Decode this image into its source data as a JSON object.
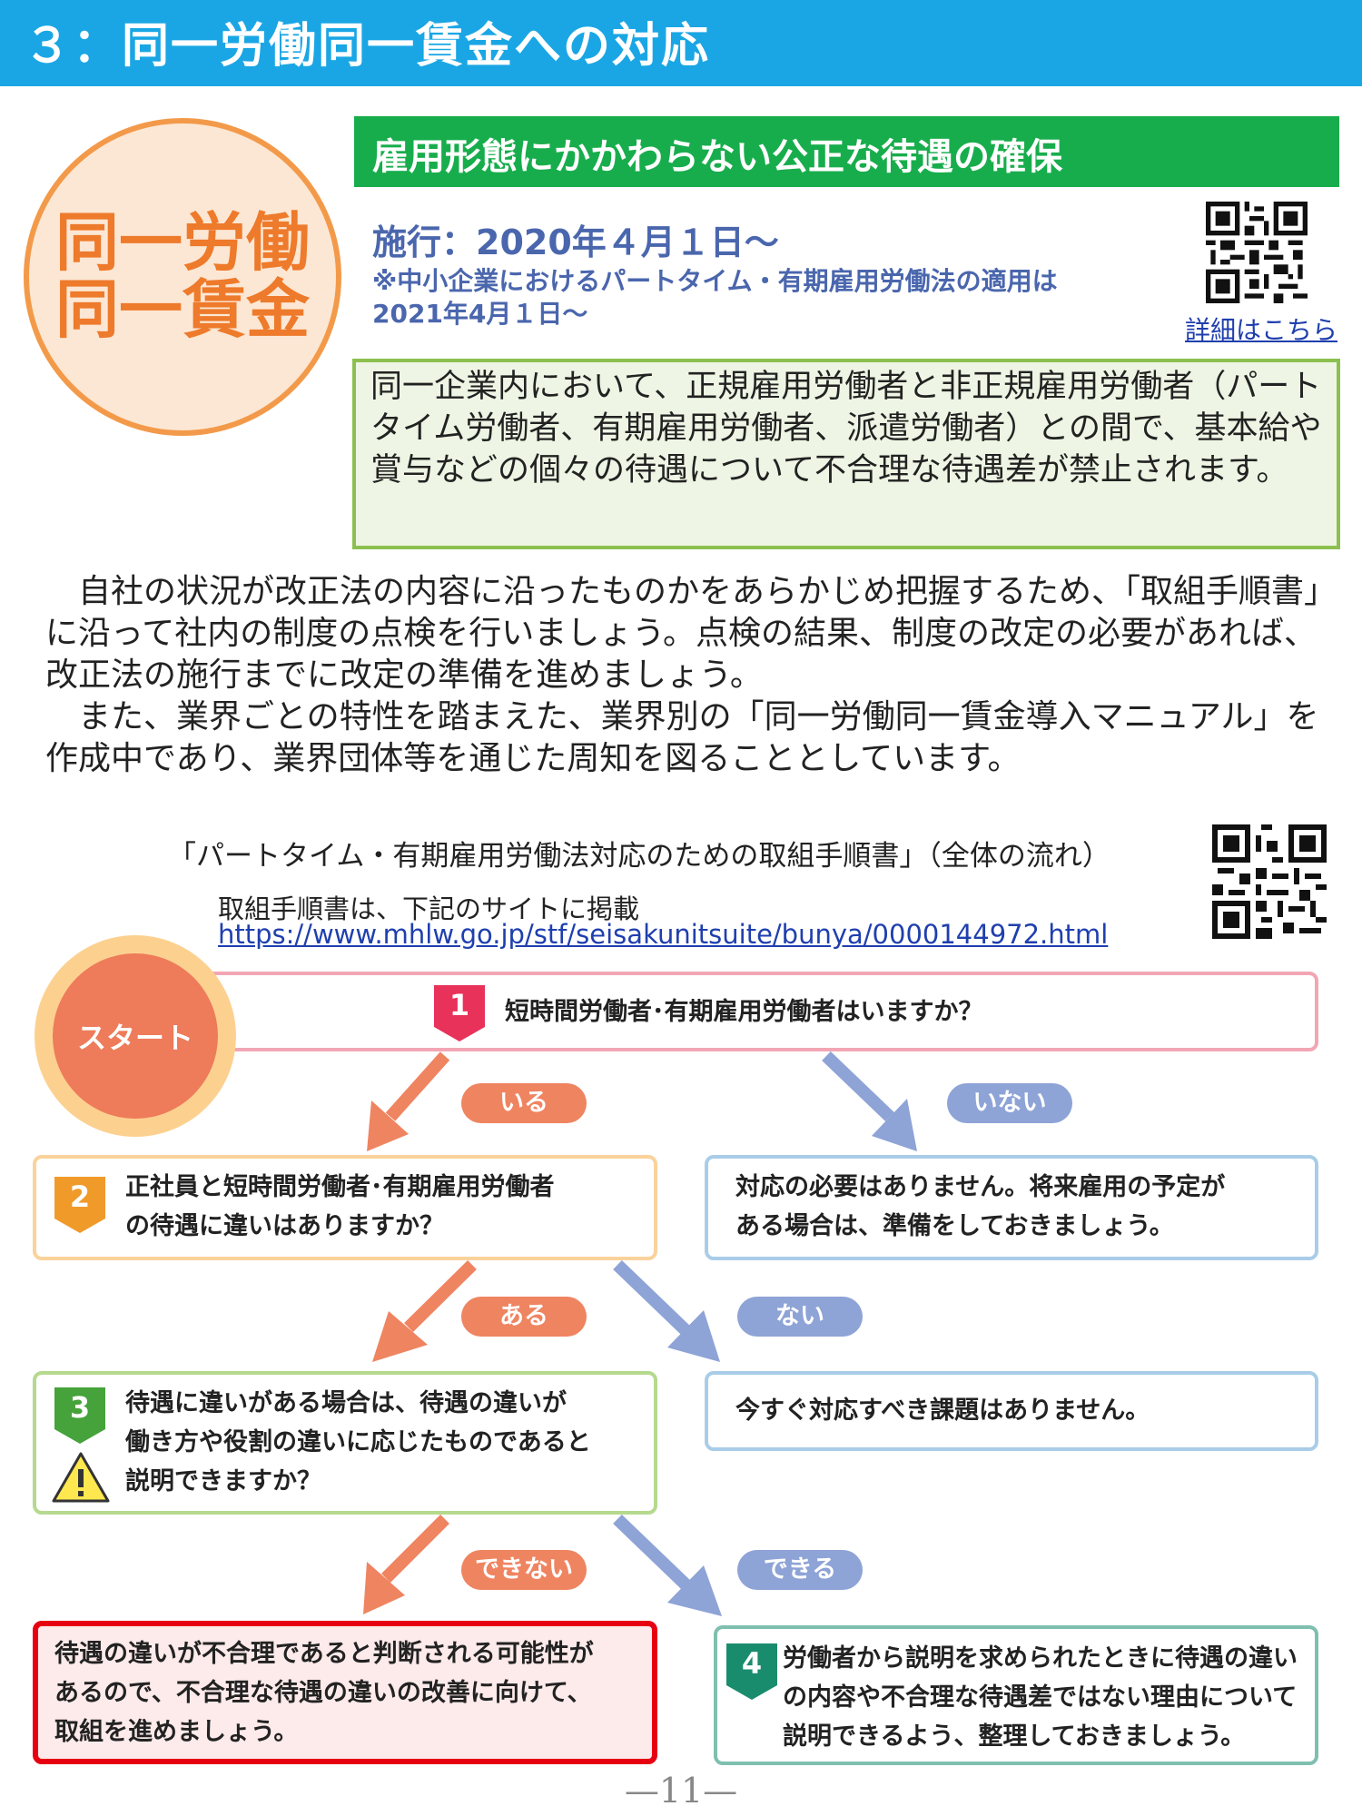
{
  "header": {
    "title": "３：同一労働同一賃金への対応"
  },
  "badge": {
    "line1": "同一労働",
    "line2": "同一賃金"
  },
  "banner": {
    "title": "雇用形態にかかわらない公正な待遇の確保"
  },
  "enforcement": {
    "date": "施行：2020年４月１日～",
    "note1": "※中小企業におけるパートタイム・有期雇用労働法の適用は",
    "note2": "2021年4月１日～"
  },
  "detail_link": "詳細はこちら",
  "summary": "同一企業内において、正規雇用労働者と非正規雇用労働者（パートタイム労働者、有期雇用労働者、派遣労働者）との間で、基本給や賞与などの個々の待遇について不合理な待遇差が禁止されます。",
  "body": {
    "para1": "　自社の状況が改正法の内容に沿ったものかをあらかじめ把握するため、「取組手順書」に沿って社内の制度の点検を行いましょう。点検の結果、制度の改定の必要があれば、改正法の施行までに改定の準備を進めましょう。",
    "para2": "　また、業界ごとの特性を踏まえた、業界別の「同一労働同一賃金導入マニュアル」を作成中であり、業界団体等を通じた周知を図ることとしています。"
  },
  "guide": {
    "title": "「パートタイム・有期雇用労働法対応のための取組手順書」（全体の流れ）",
    "subtitle": "取組手順書は、下記のサイトに掲載",
    "url": "https://www.mhlw.go.jp/stf/seisakunitsuite/bunya/0000144972.html"
  },
  "flow": {
    "start": "スタート",
    "q1_num": "1",
    "q1": "短時間労働者･有期雇用労働者はいますか？",
    "yes1": "いる",
    "no1": "いない",
    "q2_num": "2",
    "q2_l1": "正社員と短時間労働者･有期雇用労働者",
    "q2_l2": "の待遇に違いはありますか？",
    "no1_result_l1": "対応の必要はありません。将来雇用の予定が",
    "no1_result_l2": "ある場合は、準備をしておきましょう。",
    "yes2": "ある",
    "no2": "ない",
    "q3_num": "3",
    "q3_l1": "待遇に違いがある場合は、待遇の違いが",
    "q3_l2": "働き方や役割の違いに応じたものであると",
    "q3_l3": "説明できますか？",
    "no2_result": "今すぐ対応すべき課題はありません。",
    "cannot": "できない",
    "can": "できる",
    "cannot_l1": "待遇の違いが不合理であると判断される可能性が",
    "cannot_l2": "あるので、不合理な待遇の違いの改善に向けて、",
    "cannot_l3": "取組を進めましょう。",
    "q4_num": "4",
    "can_l1": "労働者から説明を求められたときに待遇の違い",
    "can_l2": "の内容や不合理な待遇差ではない理由について",
    "can_l3": "説明できるよう、整理しておきましょう。"
  },
  "page_number": "—11—",
  "colors": {
    "header": "#1aa6e4",
    "banner": "#18ad4c",
    "badge_text": "#ee7a2b",
    "enforcement_text": "#4a66ad",
    "orange_arrow": "#ef8461",
    "blue_arrow": "#8ea3d6",
    "red_border": "#e60012",
    "teal_border": "#7fbfb0"
  }
}
